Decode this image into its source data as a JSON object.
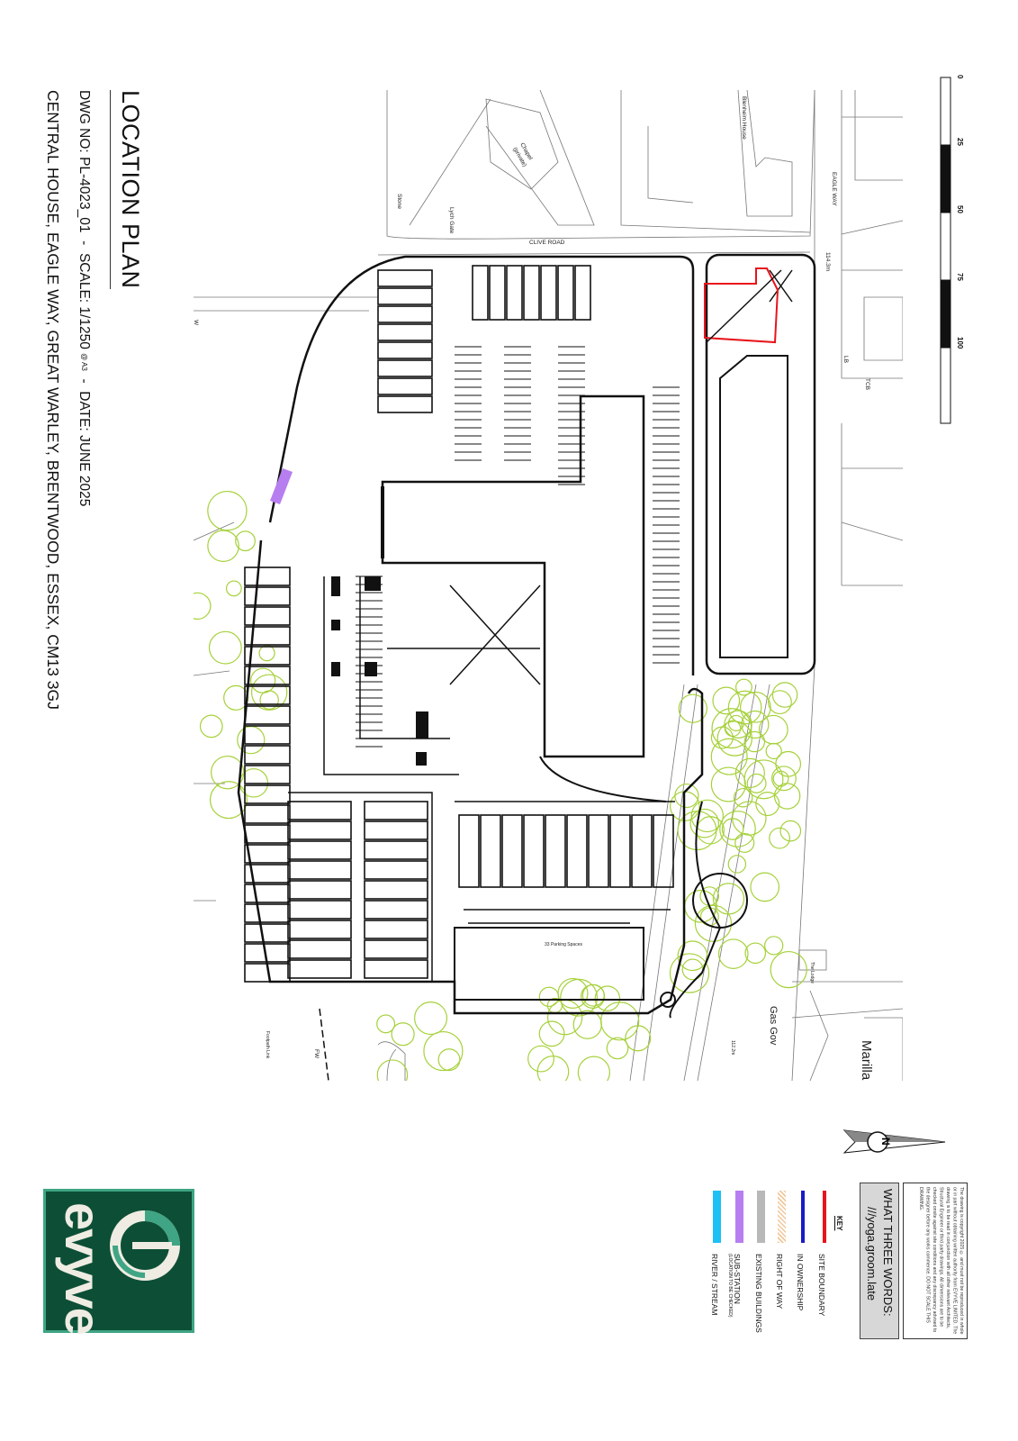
{
  "title": "LOCATION PLAN",
  "drawing_info": {
    "dwg_label": "DWG NO:",
    "dwg_no": "PL-4023_01",
    "sep": "-",
    "scale_label": "SCALE:",
    "scale": "1/1250",
    "scale_paper": "@ A3",
    "date_label": "DATE:",
    "date": "JUNE 2025"
  },
  "address": "CENTRAL HOUSE, EAGLE WAY, GREAT WARLEY, BRENTWOOD, ESSEX, CM13 3GJ",
  "scale_bar": {
    "labels": [
      "0",
      "25",
      "50",
      "75",
      "100"
    ]
  },
  "map_labels": {
    "clive_road": "CLIVE ROAD",
    "eagle_way": "EAGLE WAY",
    "blenheim_house": "Blenheim House",
    "chapel": "Chapel",
    "chapel_sub": "(private)",
    "lych_gate": "Lych Gate",
    "stone": "Stone",
    "level_1": "114.3m",
    "level_2": "112.2m",
    "tcb": "TCB",
    "lb": "LB",
    "parking": "33 Parking Spaces",
    "lodge": "The Lodge",
    "gas_gov": "Gas Gov",
    "marilla": "Marilla",
    "footpath": "Footpath Link",
    "fw": "FW",
    "w": "W"
  },
  "notes": {
    "copyright": "The drawing is copyright 2025 © and must not be reproduced in whole or in part without obtaining written authority from EVYVE LIMITED. The drawing is to be read in conjunction with all other relevant Architects, Structural Engineer or third party drawings. All dimensions are to be checked onsite against site conditions and any discrepancy advised to the designer before any works commence. DO NOT SCALE THIS DRAWING.",
    "w3w_heading": "WHAT THREE WORDS:",
    "w3w_address": "///yoga.groom.late"
  },
  "key": {
    "label": "KEY",
    "items": [
      {
        "label": "SITE BOUNDARY",
        "color": "#e8141b"
      },
      {
        "label": "IN OWNERSHIP",
        "color": "#1a1ac8"
      },
      {
        "label": "RIGHT OF WAY",
        "color": "#f2c79a"
      },
      {
        "label": "EXISTING BUILDINGS",
        "color": "#b8b8b8"
      },
      {
        "label": "SUB-STATION",
        "sublabel": "(LOCATION TO BE CHECKED)",
        "color": "#b77ef0"
      },
      {
        "label": "RIVER / STREAM",
        "color": "#1ec0f5"
      }
    ]
  },
  "logo": {
    "text": "evyve",
    "bg": "#0d4f36",
    "accent": "#3fa584"
  },
  "colors": {
    "site_boundary": "#e8141b",
    "trees": "#a6d13a",
    "substation": "#b77ef0"
  }
}
